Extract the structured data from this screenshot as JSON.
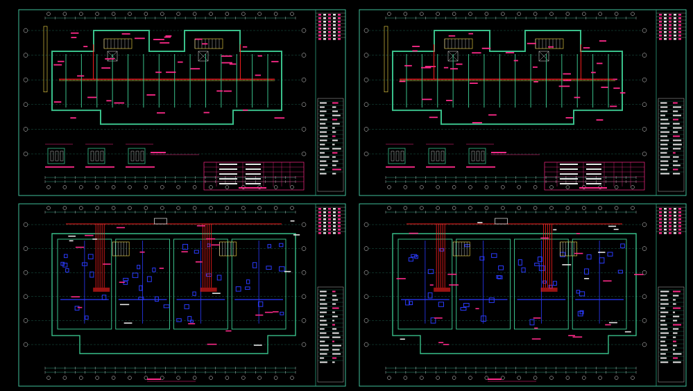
{
  "viewer": {
    "background": "#000000",
    "frame_color": "#3fbf9a",
    "sheet_count": 4
  },
  "colors": {
    "grid_line": "#2fa07f",
    "wall": "#39c08a",
    "dim_text": "#e8e8e8",
    "annotation": "#ff2a8a",
    "conduit_red": "#ff2020",
    "conduit_yellow": "#ffe14a",
    "pipe_blue": "#2b3bff",
    "hatch_white": "#f0f0f0"
  },
  "sheets": [
    {
      "id": "sheet-top-left",
      "kind": "electrical-plan",
      "has_legend_table": true
    },
    {
      "id": "sheet-top-right",
      "kind": "electrical-plan",
      "has_legend_table": true
    },
    {
      "id": "sheet-bottom-left",
      "kind": "plumbing-plan",
      "has_legend_table": false
    },
    {
      "id": "sheet-bottom-right",
      "kind": "plumbing-plan",
      "has_legend_table": false
    }
  ],
  "icons": {
    "title_block": "title-block-icon",
    "axis_bubble": "axis-bubble-icon"
  }
}
